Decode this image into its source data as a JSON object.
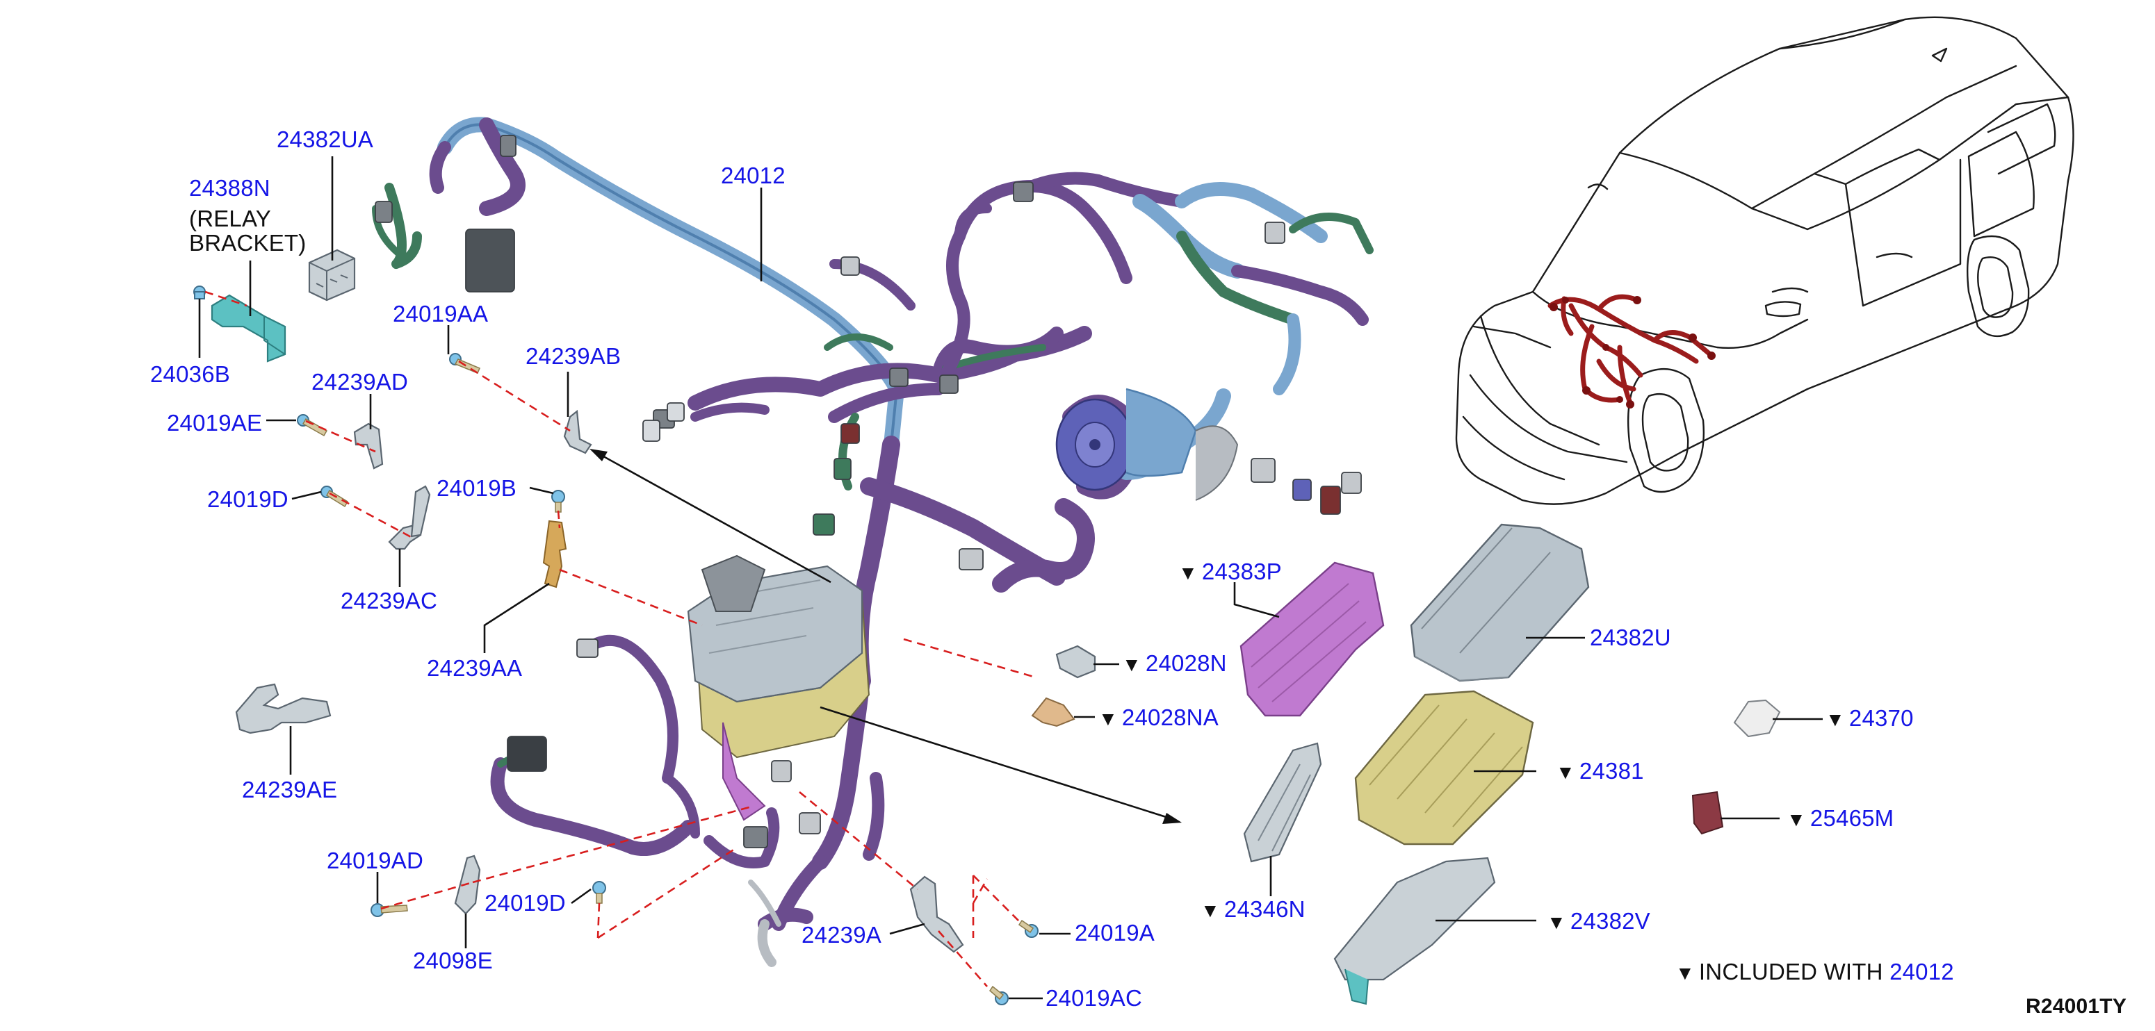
{
  "colors": {
    "label": "#1515e6",
    "leader": "#111111",
    "dash": "#d81e1e",
    "harness_purple": "#6b4c8e",
    "harness_blue": "#7aa6cf",
    "harness_green": "#3e7a5c",
    "fusebox_gray": "#b9c4cc",
    "cover_magenta": "#c07ad0",
    "fusebox_khaki": "#d8cf8a",
    "car_harness_red": "#9b1c1c"
  },
  "labels": {
    "p24382UA": "24382UA",
    "p24388N": "24388N",
    "relay_bracket_1": "(RELAY",
    "relay_bracket_2": "BRACKET)",
    "p24012": "24012",
    "p24019AA": "24019AA",
    "p24036B": "24036B",
    "p24239AD": "24239AD",
    "p24239AB": "24239AB",
    "p24019AE": "24019AE",
    "p24019B": "24019B",
    "p24019D_a": "24019D",
    "p24239AC": "24239AC",
    "p24239AA": "24239AA",
    "p24239AE": "24239AE",
    "p24019AD": "24019AD",
    "p24019D_b": "24019D",
    "p24098E": "24098E",
    "p24239A": "24239A",
    "p24019A": "24019A",
    "p24019AC": "24019AC",
    "p24383P": "24383P",
    "p24028N": "24028N",
    "p24028NA": "24028NA",
    "p24382U": "24382U",
    "p24370": "24370",
    "p24381": "24381",
    "p25465M": "25465M",
    "p24346N": "24346N",
    "p24382V": "24382V"
  },
  "markers": {
    "triangle": "▼"
  },
  "legend": {
    "text": "INCLUDED WITH",
    "part": "24012"
  },
  "diagram_id": "R24001TY"
}
